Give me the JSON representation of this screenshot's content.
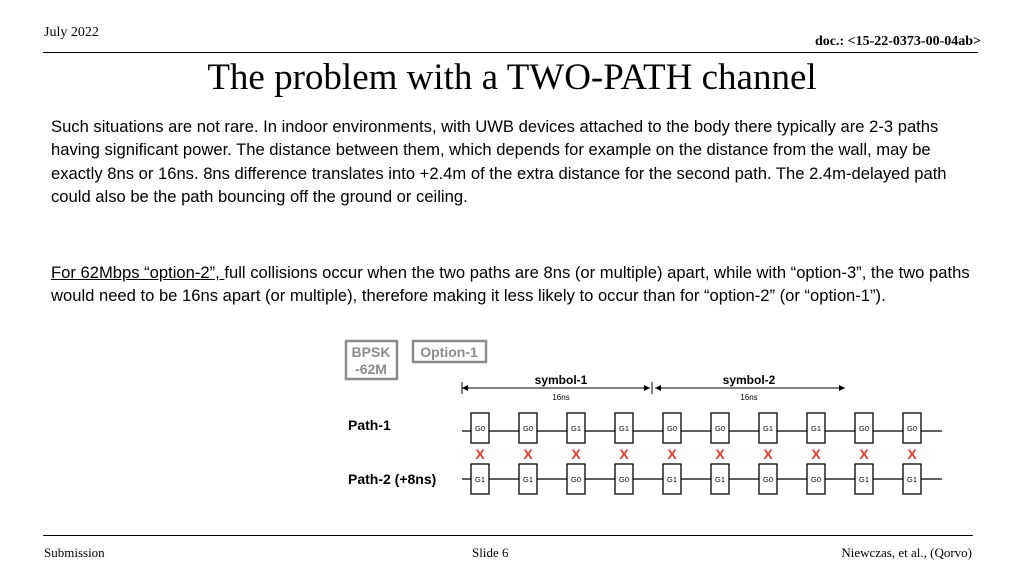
{
  "header": {
    "date": "July 2022",
    "doc_id": "doc.: <15-22-0373-00-04ab>"
  },
  "title": "The problem with a TWO-PATH channel",
  "paragraphs": {
    "p1": "Such situations are not rare. In indoor environments, with UWB devices attached to the body there typically are 2-3 paths having significant power. The distance between them, which depends for example on the distance from the wall, may be exactly 8ns or 16ns. 8ns difference translates into +2.4m of the extra distance for the second path. The 2.4m-delayed path could also be the path bouncing off the ground or ceiling.",
    "p2_underlined": "For 62Mbps “option-2”, ",
    "p2_rest": "full collisions occur when the two paths are 8ns (or multiple) apart, while with “option-3”, the two paths would need to be 16ns apart (or multiple), therefore making it less likely to occur than for “option-2” (or “option-1”)."
  },
  "figure": {
    "badge_mod_line1": "BPSK",
    "badge_mod_line2": "-62M",
    "badge_option": "Option-1",
    "symbols": [
      {
        "label": "symbol-1",
        "duration": "16ns"
      },
      {
        "label": "symbol-2",
        "duration": "16ns"
      }
    ],
    "path1_label": "Path-1",
    "path2_label": "Path-2 (+8ns)",
    "path1_codes": [
      "G0",
      "G0",
      "G1",
      "G1",
      "G0",
      "G0",
      "G1",
      "G1",
      "G0",
      "G0"
    ],
    "path2_codes": [
      "G1",
      "G1",
      "G0",
      "G0",
      "G1",
      "G1",
      "G0",
      "G0",
      "G1",
      "G1"
    ],
    "collision_mark": "X",
    "colors": {
      "collision": "#e53935",
      "badge": "#8c8c8c"
    }
  },
  "footer": {
    "left": "Submission",
    "center": "Slide 6",
    "right": "Niewczas, et al., (Qorvo)"
  }
}
